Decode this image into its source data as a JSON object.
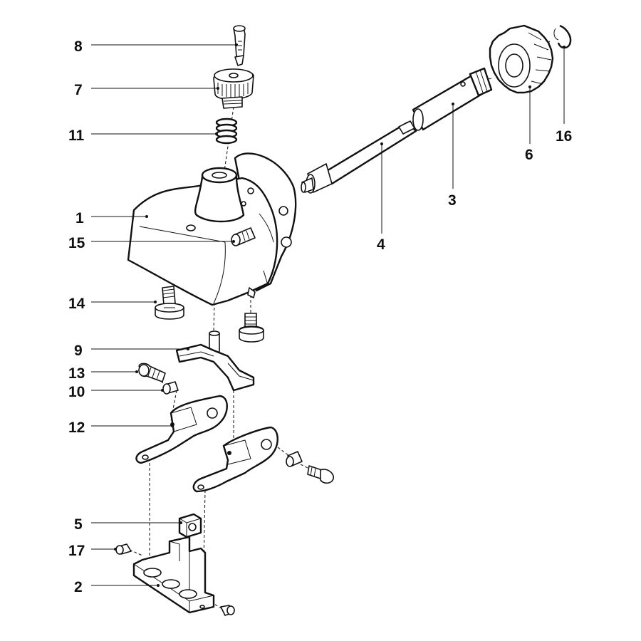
{
  "diagram": {
    "callouts": [
      {
        "id": "8",
        "label": "8"
      },
      {
        "id": "7",
        "label": "7"
      },
      {
        "id": "11",
        "label": "11"
      },
      {
        "id": "1",
        "label": "1"
      },
      {
        "id": "15",
        "label": "15"
      },
      {
        "id": "14",
        "label": "14"
      },
      {
        "id": "9",
        "label": "9"
      },
      {
        "id": "13",
        "label": "13"
      },
      {
        "id": "10",
        "label": "10"
      },
      {
        "id": "12",
        "label": "12"
      },
      {
        "id": "5",
        "label": "5"
      },
      {
        "id": "17",
        "label": "17"
      },
      {
        "id": "2",
        "label": "2"
      },
      {
        "id": "4",
        "label": "4"
      },
      {
        "id": "3",
        "label": "3"
      },
      {
        "id": "6",
        "label": "6"
      },
      {
        "id": "16",
        "label": "16"
      }
    ]
  }
}
